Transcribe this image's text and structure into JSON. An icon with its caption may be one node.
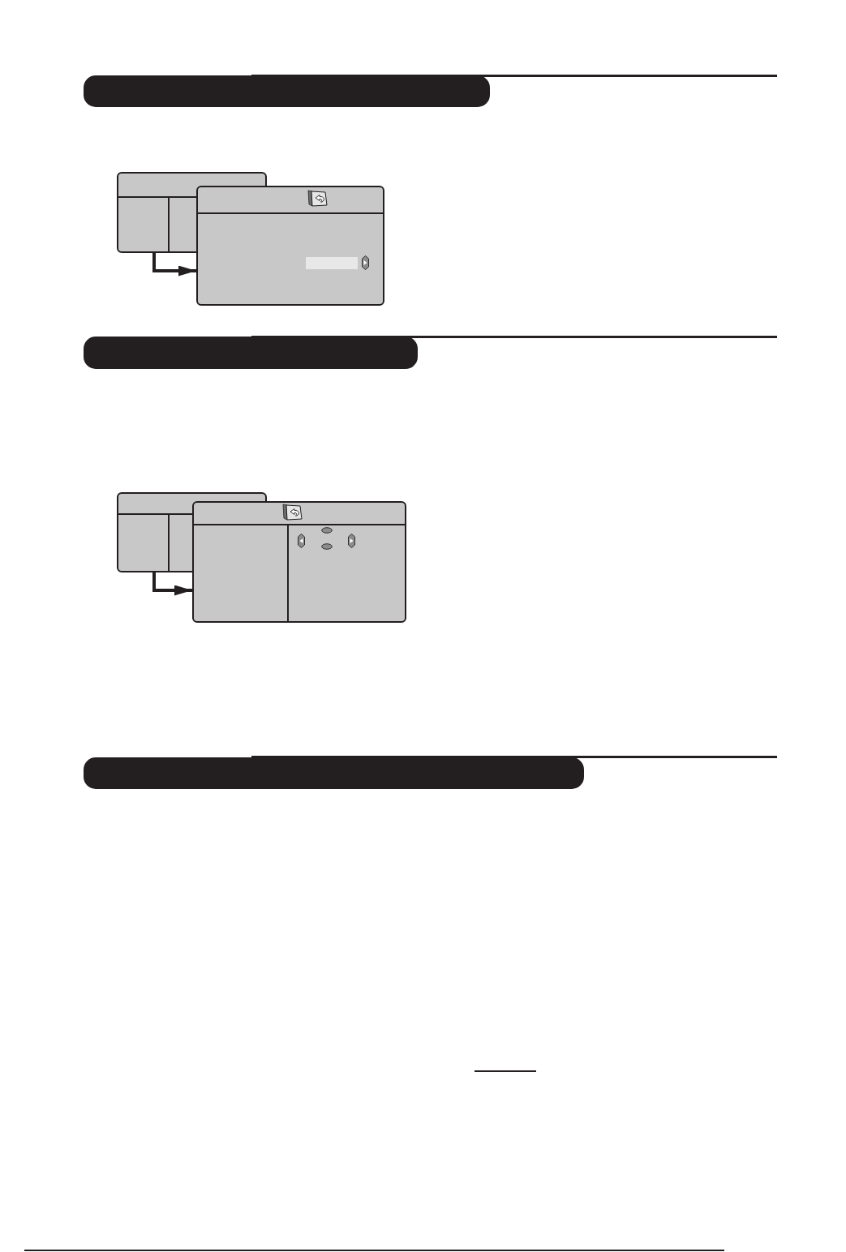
{
  "diagram": {
    "nodes": [
      {
        "text": [],
        "shape": "box"
      },
      {
        "text": [],
        "shape": "box"
      },
      {
        "text": [],
        "shape": "box"
      },
      {
        "text": [],
        "shape": "box"
      }
    ],
    "edges": [
      {
        "from": 0,
        "to": 1,
        "arrow": "to"
      },
      {
        "from": 2,
        "to": 3,
        "arrow": "to"
      }
    ]
  }
}
